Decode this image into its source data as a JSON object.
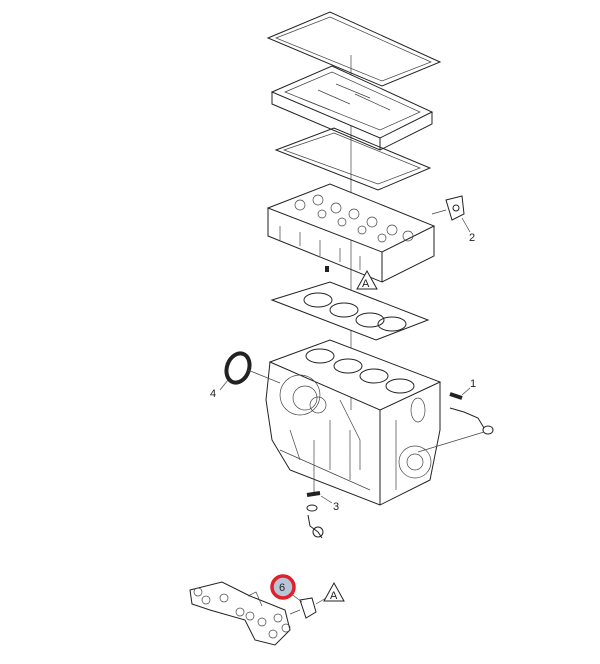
{
  "diagram": {
    "callouts": [
      {
        "id": "1",
        "label": "1"
      },
      {
        "id": "2",
        "label": "2"
      },
      {
        "id": "3",
        "label": "3"
      },
      {
        "id": "4",
        "label": "4"
      },
      {
        "id": "6",
        "label": "6",
        "highlighted": true
      }
    ],
    "references": [
      {
        "label": "A"
      },
      {
        "label": "A"
      }
    ],
    "colors": {
      "highlight_ring": "#e0202a",
      "highlight_fill": "#b8c4d8",
      "line": "#222222"
    }
  }
}
